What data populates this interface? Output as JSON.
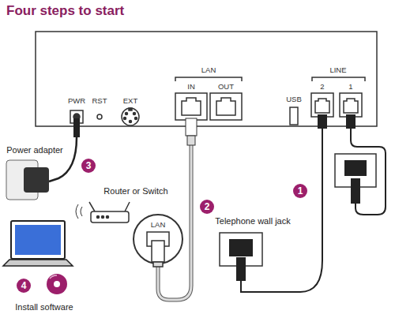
{
  "diagram": {
    "title": "Four steps to start",
    "labels": [
      "PWR",
      "RST",
      "EXT",
      "LAN",
      "IN",
      "OUT",
      "USB",
      "LINE",
      "2",
      "1",
      "Power adapter",
      "3",
      "Router or Switch",
      "LAN",
      "2",
      "Telephone wall jack",
      "1",
      "4",
      "Install software"
    ]
  }
}
